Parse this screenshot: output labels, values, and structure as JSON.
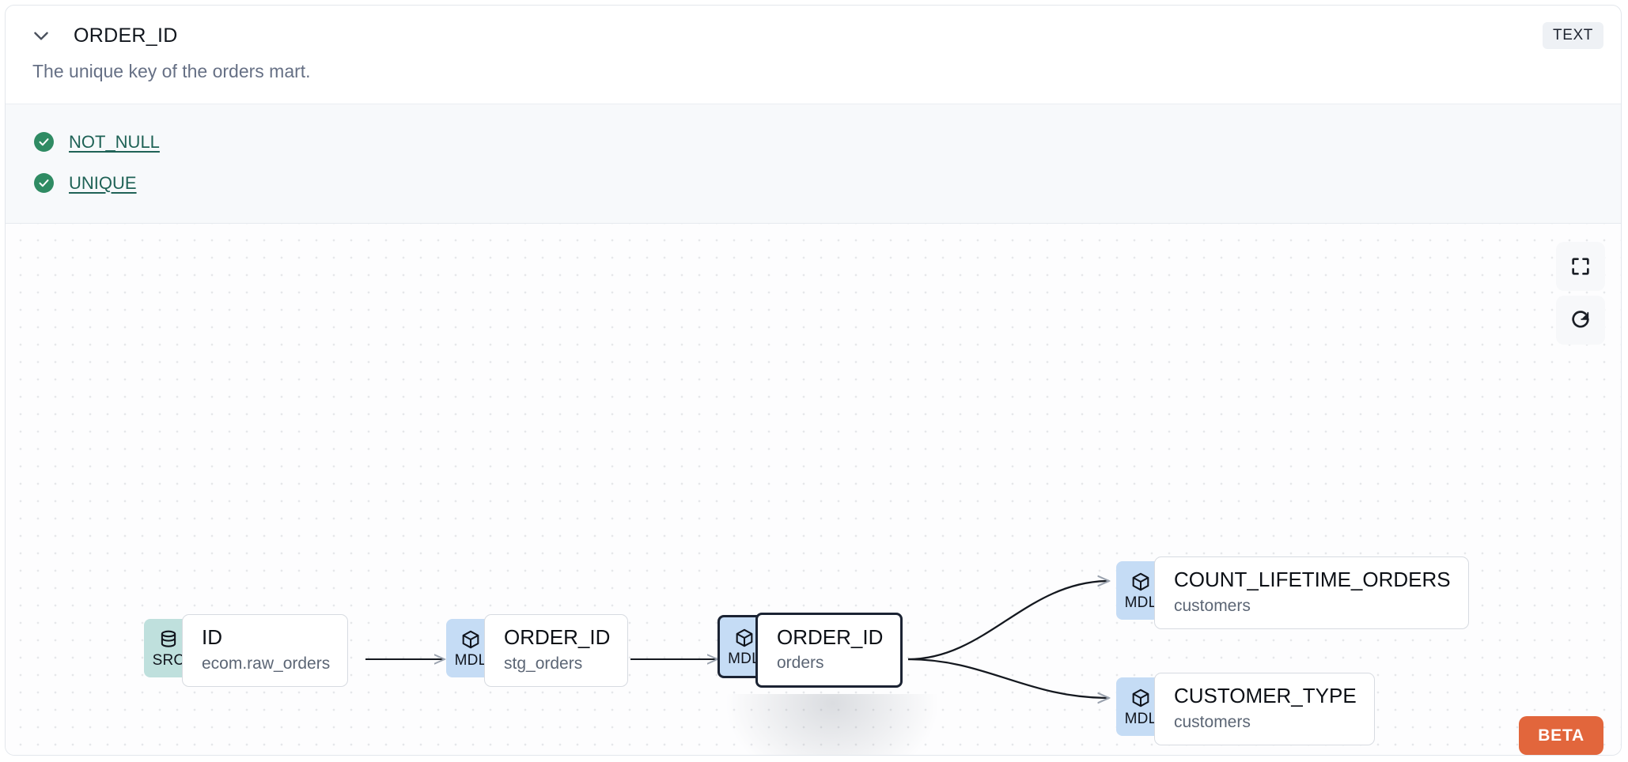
{
  "header": {
    "column_name": "ORDER_ID",
    "type_badge": "TEXT",
    "chevron_icon": "chevron-down-icon"
  },
  "description": "The unique key of the orders mart.",
  "tests": [
    {
      "label": "NOT_NULL",
      "status": "passed",
      "status_icon": "check-circle-icon"
    },
    {
      "label": "UNIQUE",
      "status": "passed",
      "status_icon": "check-circle-icon"
    }
  ],
  "lineage": {
    "controls": [
      {
        "name": "fullscreen-button",
        "icon": "fullscreen-icon"
      },
      {
        "name": "refresh-button",
        "icon": "refresh-icon"
      }
    ],
    "beta_label": "BETA",
    "nodes": [
      {
        "id": "src-id",
        "badge": "SRC",
        "badge_icon": "database-icon",
        "name": "ID",
        "sub": "ecom.raw_orders",
        "selected": false
      },
      {
        "id": "mdl-stg-orders",
        "badge": "MDL",
        "badge_icon": "cube-icon",
        "name": "ORDER_ID",
        "sub": "stg_orders",
        "selected": false
      },
      {
        "id": "mdl-orders",
        "badge": "MDL",
        "badge_icon": "cube-icon",
        "name": "ORDER_ID",
        "sub": "orders",
        "selected": true
      },
      {
        "id": "mdl-count-lifetime-orders",
        "badge": "MDL",
        "badge_icon": "cube-icon",
        "name": "COUNT_LIFETIME_ORDERS",
        "sub": "customers",
        "selected": false
      },
      {
        "id": "mdl-customer-type",
        "badge": "MDL",
        "badge_icon": "cube-icon",
        "name": "CUSTOMER_TYPE",
        "sub": "customers",
        "selected": false
      }
    ]
  },
  "colors": {
    "src_badge": "#bfe0dd",
    "mdl_badge": "#c5dcf5",
    "test_pass": "#2f8b63",
    "test_link": "#1f6256",
    "beta": "#e2663c",
    "selected_border": "#1b2333"
  }
}
